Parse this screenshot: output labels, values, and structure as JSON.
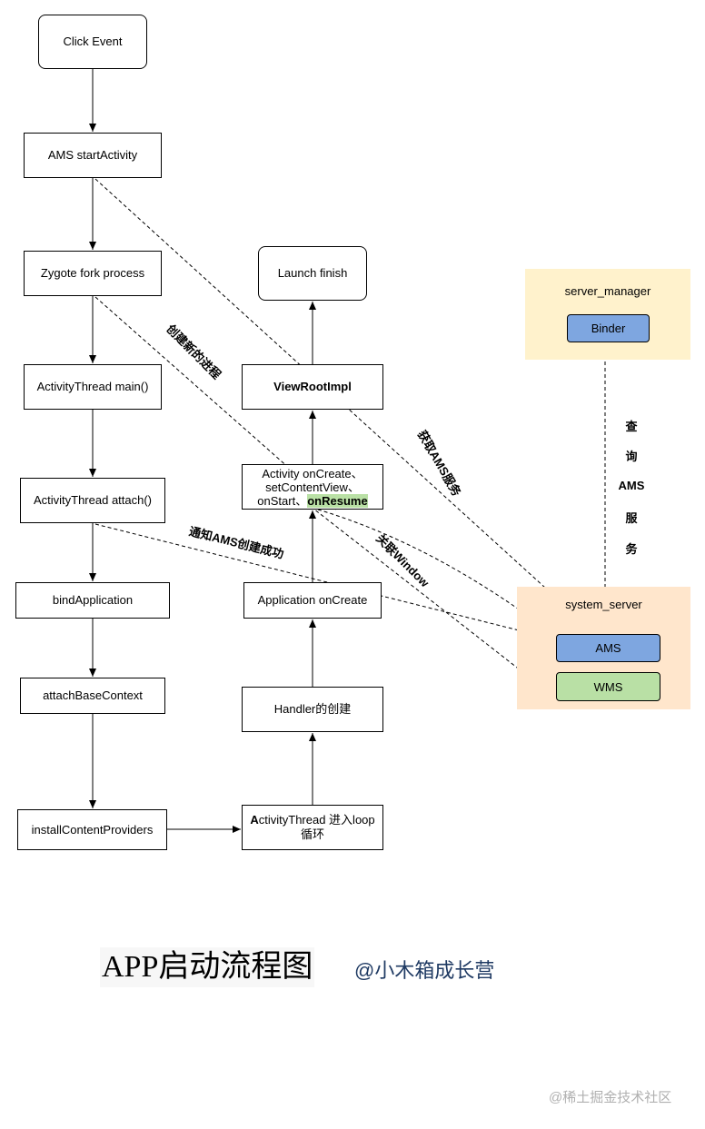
{
  "nodes": {
    "click_event": "Click Event",
    "ams_start_activity": "AMS startActivity",
    "zygote_fork": "Zygote fork process",
    "activity_thread_main": "ActivityThread main()",
    "activity_thread_attach": "ActivityThread attach()",
    "bind_application": "bindApplication",
    "attach_base_context": "attachBaseContext",
    "install_content_providers": "installContentProviders",
    "activity_thread_loop_line1_bold": "A",
    "activity_thread_loop_line1_rest": "ctivityThread 进入loop",
    "activity_thread_loop_line2": "循环",
    "handler_create": "Handler的创建",
    "application_on_create": "Application onCreate",
    "lifecycle_line1": "Activity onCreate、",
    "lifecycle_line2": "setContentView、",
    "lifecycle_line3_start": "onStart、",
    "lifecycle_line3_highlight": "onResume",
    "view_root_impl": "ViewRootImpl",
    "launch_finish": "Launch finish"
  },
  "groups": {
    "server_manager": {
      "title": "server_manager",
      "binder": "Binder",
      "color": "#fff2cc"
    },
    "system_server": {
      "title": "system_server",
      "ams": "AMS",
      "wms": "WMS",
      "color": "#ffe6cc"
    }
  },
  "service_colors": {
    "ams": "#7ea6e0",
    "wms": "#b9e0a5",
    "binder": "#7ea6e0"
  },
  "edge_labels": {
    "create_new_process": "创建新的进程",
    "get_ams_service": "获取AMS服务",
    "notify_ams": "通知AMS创建成功",
    "associate_window": "关联Window",
    "query_ams_service": [
      "查",
      "询",
      "AMS",
      "服",
      "务"
    ]
  },
  "footer": {
    "title": "APP启动流程图",
    "author": "@小木箱成长营",
    "watermark": "@稀土掘金技术社区"
  }
}
